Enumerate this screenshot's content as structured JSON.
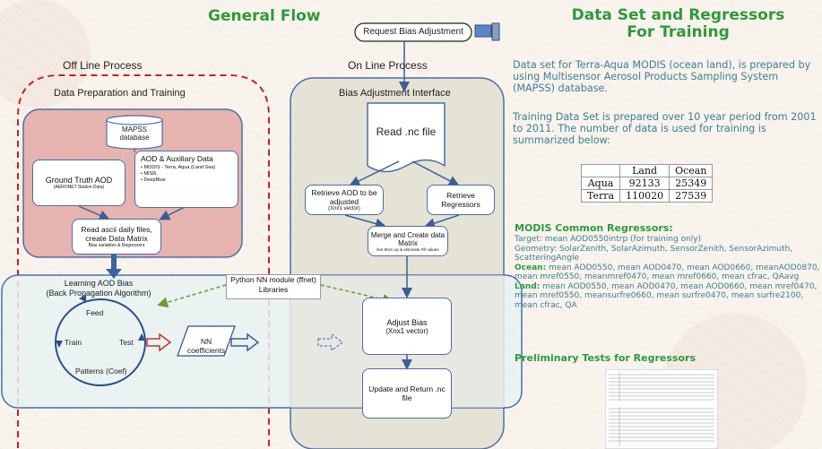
{
  "left": {
    "title": "General Flow",
    "request": "Request Bias Adjustment",
    "offline_title": "Off Line Process",
    "online_title": "On Line Process",
    "prep_title": "Data Preparation and Training",
    "interface_title": "Bias Adjustment Interface",
    "mapss_db": "MAPSS database",
    "ground_truth": "Ground Truth AOD",
    "ground_truth_sub": "(AERONET Station Data)",
    "aod_aux_title": "AOD & Auxiliary Data",
    "aod_aux_items": [
      "MODIS - Terra, Aqua (Land Sea)",
      "MISR,",
      "DeepBlue"
    ],
    "read_ascii": "Read ascii daily files, create Data Matrix",
    "read_ascii_sub": "Bias variables & Regressors",
    "read_nc": "Read .nc file",
    "retrieve_aod": "Retrieve AOD to be adjusted",
    "retrieve_aod_sub": "(Xnx1 vector)",
    "retrieve_regressors": "Retrieve Regressors",
    "merge": "Merge and Create data Matrix",
    "merge_sub": "line them up & eliminate Fill values",
    "learning": "Learning AOD Bias",
    "learning_sub": "(Back Propagation Algorithm)",
    "python_nn": "Python NN module (ffnet) Libraries",
    "feed": "Feed",
    "train": "Train",
    "test": "Test",
    "patterns": "Patterns (Coef)",
    "nn_coef": "NN coefficients",
    "adjust_bias": "Adjust Bias",
    "adjust_bias_sub": "(Xnx1 vector)",
    "update_return": "Update and Return .nc file"
  },
  "right": {
    "title_line1": "Data Set and Regressors",
    "title_line2": "For Training",
    "para1": "Data  set for Terra-Aqua MODIS (ocean land), is prepared by using Multisensor Aerosol Products Sampling System (MAPSS) database.",
    "para2": "Training Data Set is prepared over 10 year period from 2001 to 2011. The number of data is used for training  is summarized below:",
    "table": {
      "headers": [
        "",
        "Land",
        "Ocean"
      ],
      "rows": [
        [
          "Aqua",
          "92133",
          "25349"
        ],
        [
          "Terra",
          "110020",
          "27539"
        ]
      ]
    },
    "regressors_title": "MODIS Common Regressors:",
    "target": "Target: mean AOD0550intrp (for training only)",
    "geometry": "Geometry: SolarZenith, SolarAzimuth, SensorZenith, SensorAzimuth, ScatteringAngle",
    "ocean_label": "Ocean:",
    "ocean_text": " mean AOD0550, mean AOD0470, mean AOD0660, meanAOD0870, mean mref0550, meanmref0470, mean mref0660, mean cfrac, QAavg",
    "land_label": "Land:",
    "land_text": " mean AOD0550, mean AOD0470, mean AOD0660, mean mref0470, mean mref0550, meansurfre0660, mean surfre0470, mean surfre2100, mean cfrac, QA",
    "prelim_title": "Preliminary Tests for Regressors"
  },
  "colors": {
    "green": "#2e9a3e",
    "teal": "#3b7f97",
    "box_border": "#4a6fa5",
    "red_dash": "#cc1f1f"
  }
}
